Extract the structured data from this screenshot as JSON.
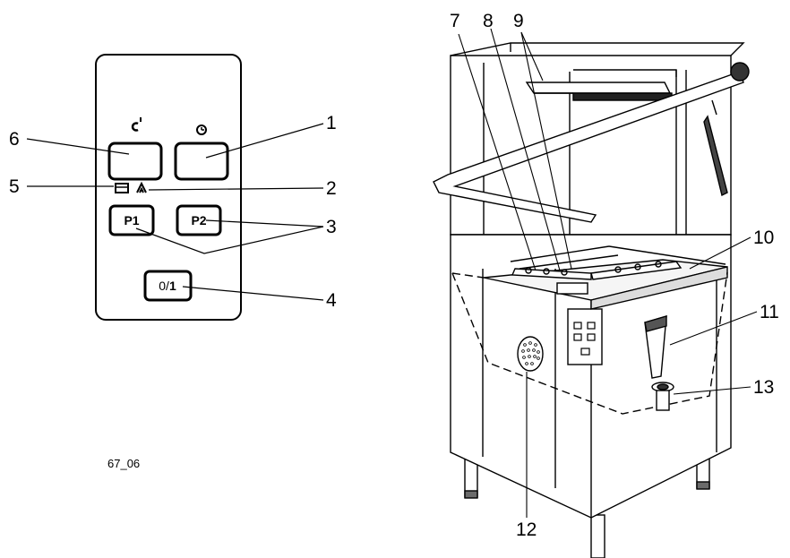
{
  "control_panel": {
    "buttons": {
      "p1_label": "P1",
      "p2_label": "P2",
      "power_prefix": "0/",
      "power_suffix": "1"
    },
    "icons": [
      "top-up-icon",
      "timer-icon",
      "tank-icon",
      "heater-icon"
    ]
  },
  "callouts": {
    "c1": "1",
    "c2": "2",
    "c3": "3",
    "c4": "4",
    "c5": "5",
    "c6": "6",
    "c7": "7",
    "c8": "8",
    "c9": "9",
    "c10": "10",
    "c11": "11",
    "c12": "12",
    "c13": "13"
  },
  "figure_code": "67_06"
}
